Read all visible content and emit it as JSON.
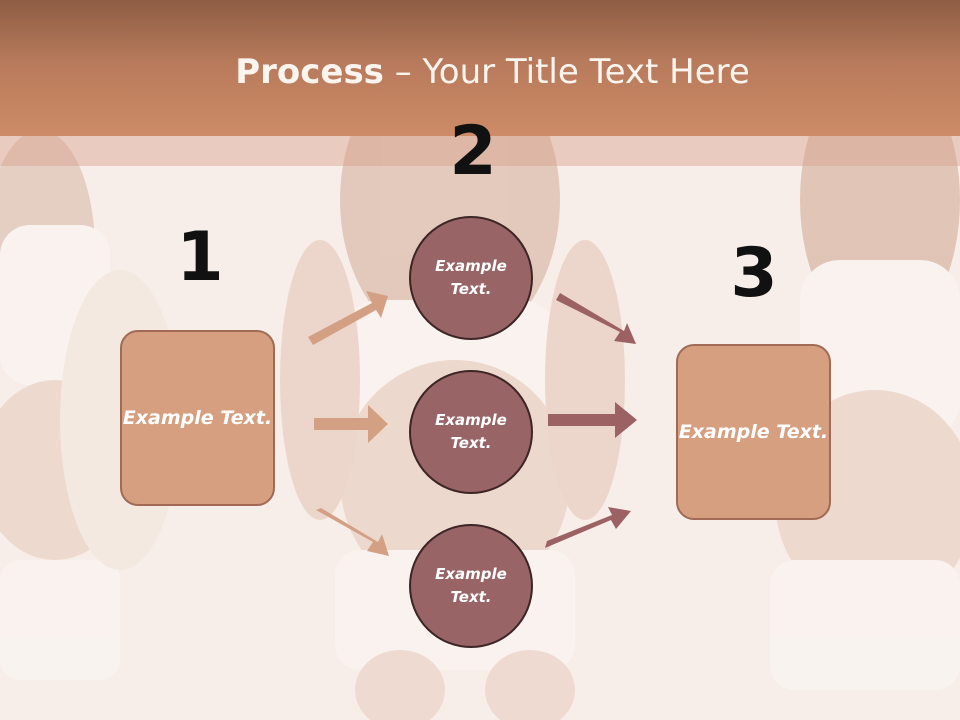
{
  "title": {
    "bold": "Process",
    "rest": " – Your Title Text Here"
  },
  "steps": {
    "one": "1",
    "two": "2",
    "three": "3"
  },
  "left_box": {
    "text": "Example Text."
  },
  "circles": [
    {
      "text": "Example Text."
    },
    {
      "text": "Example Text."
    },
    {
      "text": "Example Text."
    }
  ],
  "right_box": {
    "text": "Example Text."
  },
  "colors": {
    "header": "#cd8b66",
    "box_fill": "#d59f80",
    "circle_fill": "#996466",
    "arrow_left": "#d4a083",
    "arrow_right": "#9c6163"
  }
}
